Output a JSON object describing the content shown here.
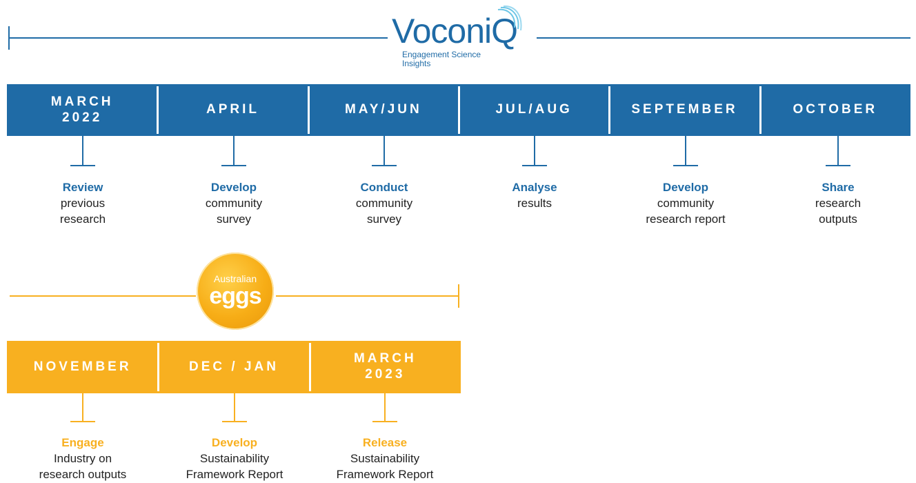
{
  "brands": {
    "voconiq": {
      "name": "VoconiQ",
      "tagline_line1": "Engagement Science",
      "tagline_line2": "Insights",
      "color": "#1f6ba6"
    },
    "australian_eggs": {
      "line1": "Australian",
      "line2": "eggs",
      "color": "#f8b020"
    }
  },
  "phase1": {
    "color": "#1f6ba6",
    "periods": [
      {
        "label": "MARCH\n2022",
        "action": "Review",
        "detail": "previous\nresearch"
      },
      {
        "label": "APRIL",
        "action": "Develop",
        "detail": "community\nsurvey"
      },
      {
        "label": "MAY/JUN",
        "action": "Conduct",
        "detail": "community\nsurvey"
      },
      {
        "label": "JUL/AUG",
        "action": "Analyse",
        "detail": "results"
      },
      {
        "label": "SEPTEMBER",
        "action": "Develop",
        "detail": "community\nresearch report"
      },
      {
        "label": "OCTOBER",
        "action": "Share",
        "detail": "research\noutputs"
      }
    ]
  },
  "phase2": {
    "color": "#f8b020",
    "periods": [
      {
        "label": "NOVEMBER",
        "action": "Engage",
        "detail": "Industry on\nresearch outputs"
      },
      {
        "label": "DEC / JAN",
        "action": "Develop",
        "detail": "Sustainability\nFramework Report"
      },
      {
        "label": "MARCH\n2023",
        "action": "Release",
        "detail": "Sustainability\nFramework Report"
      }
    ]
  }
}
